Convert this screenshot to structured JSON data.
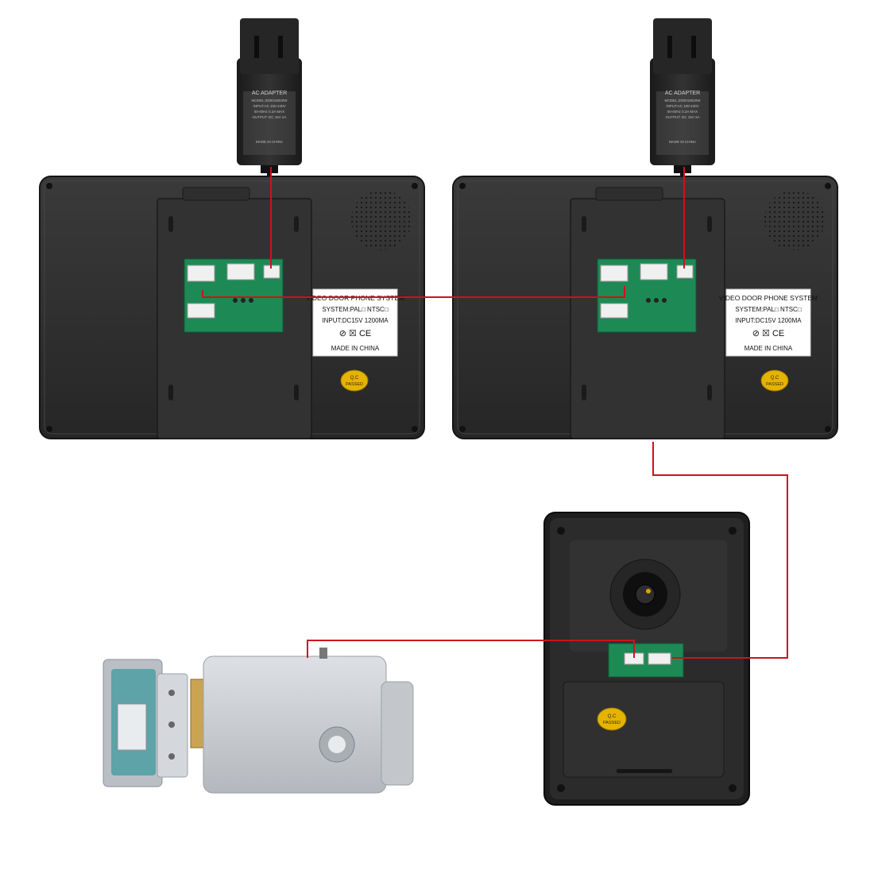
{
  "adapter": {
    "title": "AC ADAPTER",
    "model": "MODEL:ZD0018020W",
    "input": "INPUT:AC 100-240V",
    "freq": "50-60Hz 0.3A MAX",
    "output": "OUTPUT: DC 15V 2A",
    "made": "MADE IN CHINA"
  },
  "monitor_label": {
    "title": "VIDEO DOOR PHONE SYSTEM",
    "system": "SYSTEM:PAL□   NTSC□",
    "input": "INPUT:DC15V   1200MA",
    "marks": "⊘  ☒  CE",
    "made": "MADE IN CHINA"
  },
  "qc_badge": {
    "line1": "Q.C",
    "line2": "PASSED"
  },
  "colors": {
    "wire": "#d0111b",
    "device_body": "#2a2a2a",
    "pcb": "#1d8a55",
    "badge": "#e5b400",
    "lock_body": "#c9cdd2"
  }
}
